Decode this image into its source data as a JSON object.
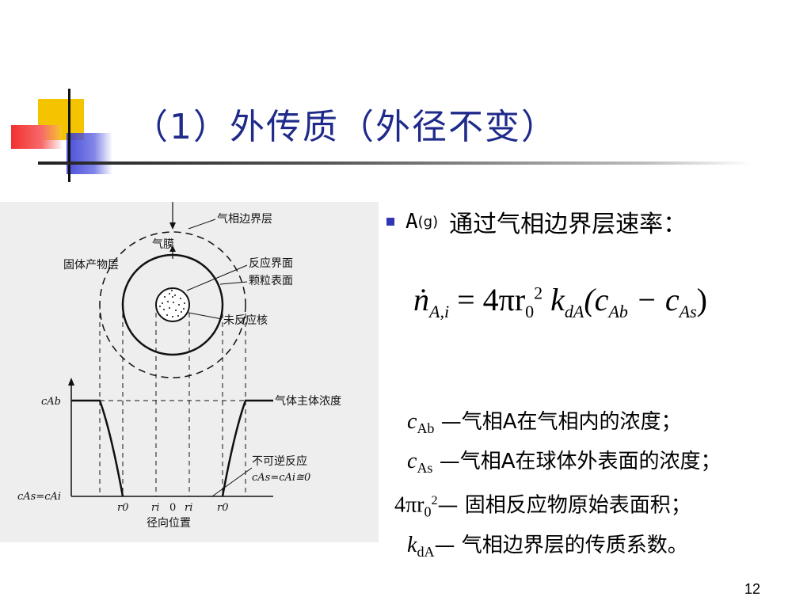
{
  "title": "（1）外传质（外径不变）",
  "figure": {
    "labels": {
      "gas_boundary_layer": "气相边界层",
      "gas_film": "气膜",
      "solid_product_layer": "固体产物层",
      "reaction_interface": "反应界面",
      "particle_surface": "颗粒表面",
      "unreacted_core": "未反应核",
      "gas_bulk_concentration": "气体主体浓度",
      "irreversible_reaction": "不可逆反应",
      "cas_condition": "cAs=cAi≅0",
      "cab_axis": "cAb",
      "cas_eq_cai": "cAs=cAi",
      "x_axis_label": "径向位置",
      "tick_r0_left": "r0",
      "tick_ri_left": "ri",
      "tick_zero": "0",
      "tick_ri_right": "ri",
      "tick_r0_right": "r0"
    }
  },
  "bullet": {
    "symbol": "A",
    "subscript": "(g)",
    "text": "通过气相边界层速率："
  },
  "equation": {
    "lhs": "ṅ",
    "lhs_sub": "A,i",
    "rhs_prefix": "= 4πr",
    "r_sub": "0",
    "r_sup": "2",
    "k": "k",
    "k_sub": "dA",
    "c_open": "(c",
    "c1_sub": "Ab",
    "minus_c": " − c",
    "c2_sub": "As",
    "close": ")"
  },
  "definitions": [
    {
      "sym": "c",
      "sub": "Ab",
      "sup": "",
      "text": " —气相A在气相内的浓度；"
    },
    {
      "sym": "c",
      "sub": "As",
      "sup": "",
      "text": " —气相A在球体外表面的浓度；"
    },
    {
      "sym": "4πr",
      "sub": "0",
      "sup": "2",
      "text": "— 固相反应物原始表面积；"
    },
    {
      "sym": "k",
      "sub": "dA",
      "sup": "",
      "text": "— 气相边界层的传质系数。"
    }
  ],
  "page_number": "12",
  "colors": {
    "title": "#1f2a8a",
    "bullet": "#2f35b5",
    "deco_yellow": "#f4c400",
    "deco_blue": "#3a3fd6",
    "deco_red": "#f23030"
  }
}
